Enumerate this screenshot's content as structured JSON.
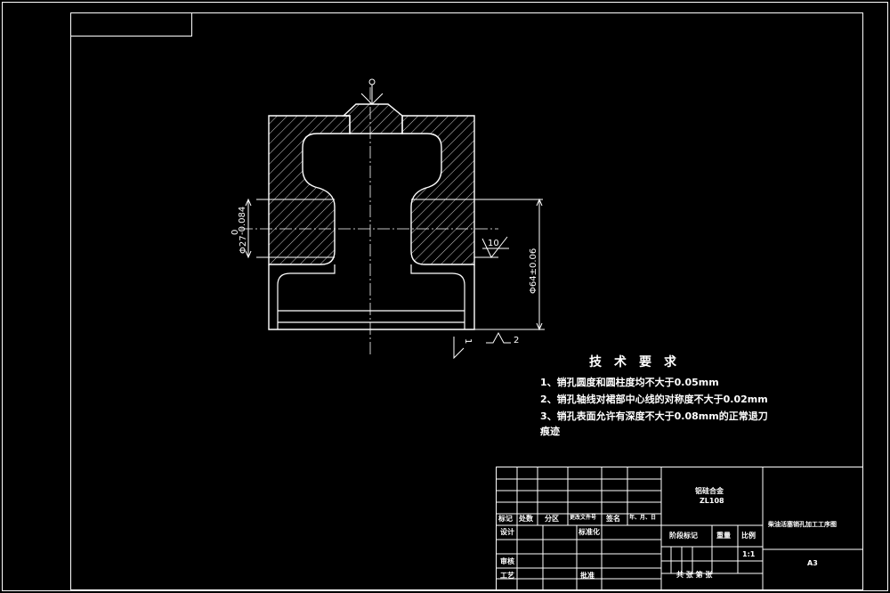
{
  "dimensions": {
    "hole_diameter": "Φ27",
    "hole_tol_upper": "0",
    "hole_tol_lower": "-0.084",
    "outer_diameter": "Φ64±0.06",
    "roughness_value": "10",
    "section_mark_1": "1",
    "section_mark_2": "2"
  },
  "requirements": {
    "title": "技术要求",
    "items": [
      "1、销孔圆度和圆柱度均不大于0.05mm",
      "2、销孔轴线对裙部中心线的对称度不大于0.02mm",
      "3、销孔表面允许有深度不大于0.08mm的正常退刀",
      "痕迹"
    ]
  },
  "title_block": {
    "material_line1": "铝硅合金",
    "material_line2": "ZL108",
    "part_name": "柴油活塞销孔加工工序图",
    "labels": {
      "mark": "标记",
      "count": "处数",
      "zone": "分区",
      "change_doc": "更改文件号",
      "signature": "签名",
      "date": "年、月、日",
      "design": "设计",
      "standardize": "标准化",
      "stage_mark": "阶段标记",
      "weight": "重量",
      "scale": "比例",
      "review": "审核",
      "process": "工艺",
      "approve": "批准",
      "sheets": "共  张  第  张"
    },
    "scale_value": "1:1",
    "paper_size": "A3"
  }
}
